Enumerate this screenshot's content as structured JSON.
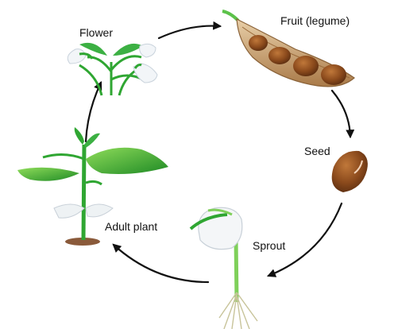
{
  "diagram": {
    "stages": [
      {
        "id": "flower",
        "label": "Flower"
      },
      {
        "id": "fruit",
        "label": "Fruit (legume)"
      },
      {
        "id": "seed",
        "label": "Seed"
      },
      {
        "id": "sprout",
        "label": "Sprout"
      },
      {
        "id": "adult",
        "label": "Adult plant"
      }
    ],
    "cycle": [
      {
        "from": "Flower",
        "to": "Fruit (legume)"
      },
      {
        "from": "Fruit (legume)",
        "to": "Seed"
      },
      {
        "from": "Seed",
        "to": "Sprout"
      },
      {
        "from": "Sprout",
        "to": "Adult plant"
      },
      {
        "from": "Adult plant",
        "to": "Flower"
      }
    ],
    "colors": {
      "leaf": "#2fa632",
      "leaf_light": "#7fd05a",
      "pod": "#c9a57a",
      "pod_inner": "#9a6a3a",
      "seed": "#8b4a1c",
      "arrow": "#111111",
      "soil": "#8a5a3a"
    }
  }
}
